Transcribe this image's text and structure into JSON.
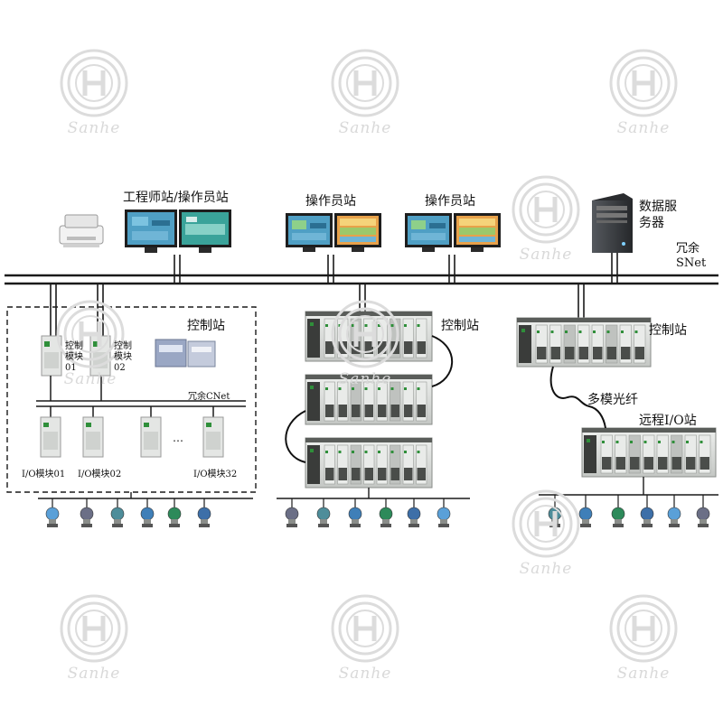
{
  "labels": {
    "engineer_operator_station": "工程师站/操作员站",
    "operator_station_1": "操作员站",
    "operator_station_2": "操作员站",
    "data_server": "数据服务器",
    "redundant_snet": "冗余\nSNet",
    "control_station_1": "控制站",
    "control_station_2": "控制站",
    "control_station_3": "控制站",
    "redundant_cnet": "冗余CNet",
    "control_module_01": "控制模块01",
    "control_module_02": "控制模块02",
    "io_module_01": "I/O模块01",
    "io_module_02": "I/O模块02",
    "io_module_32": "I/O模块32",
    "ellipsis": "…",
    "multimode_fiber": "多模光纤",
    "remote_io_station": "远程I/O站"
  },
  "watermark": {
    "text": "Sanhe",
    "color": "#d9d9d9"
  },
  "colors": {
    "bus": "#1a1a1a",
    "screen_blue": "#4f9fc4",
    "screen_teal": "#3aa39a",
    "screen_orange": "#e8a14a",
    "rack_body": "#d7d9d6",
    "rack_dark": "#5a5d5a",
    "module_green": "#2f8f3a",
    "server_body": "#3b3e42"
  },
  "icons": [
    "printer-icon",
    "monitor-icon",
    "server-tower-icon",
    "controller-rack-icon",
    "io-module-icon",
    "field-transmitter-icon"
  ]
}
